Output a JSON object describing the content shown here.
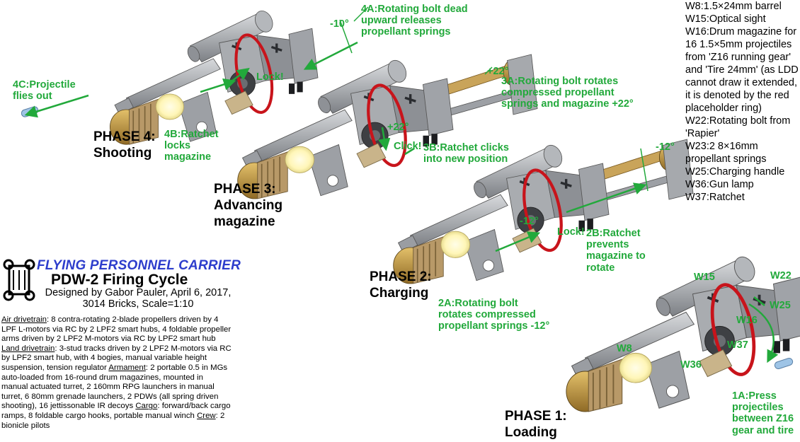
{
  "header": {
    "brand": "FLYING PERSONNEL CARRIER",
    "title": "PDW-2 Firing Cycle",
    "subtitle": "Designed by Gabor Pauler, April 6, 2017, 3014 Bricks, Scale=1:10"
  },
  "description": {
    "air_label": "Air drivetrain",
    "air_text": ": 8 contra-rotating 2-blade propellers driven by 4 LPF L-motors via RC by 2 LPF2 smart hubs, 4 foldable propeller arms driven by 2 LPF2 M-motors via RC by LPF2 smart hub ",
    "land_label": "Land drivetrain",
    "land_text": ": 3-stud tracks driven by 2 LPF2 M-motors via RC by LPF2 smart hub, with 4 bogies, manual variable height suspension, tension regulator ",
    "arm_label": "Armament",
    "arm_text": ": 2 portable 0.5 in MGs auto-loaded from 16-round drum magazines, mounted in manual actuated turret, 2 160mm RPG launchers in manual turret, 6 80mm grenade launchers, 2 PDWs (all spring driven shooting), 16 jettissonable IR decoys ",
    "cargo_label": "Cargo",
    "cargo_text": ": forward/back cargo ramps, 8 foldable cargo hooks, portable manual winch ",
    "crew_label": "Crew",
    "crew_text": ": 2 bionicle pilots"
  },
  "parts_list": [
    "W8:1.5×24mm barrel",
    "W15:Optical sight",
    "W16:Drum magazine for 16 1.5×5mm projectiles from 'Z16 running gear' and 'Tire 24mm' (as LDD cannot draw it extended, it is denoted by the red placeholder ring)",
    "W22:Rotating bolt from 'Rapier'",
    "W23:2 8×16mm propellant springs",
    "W25:Charging handle",
    "W36:Gun lamp",
    "W37:Ratchet"
  ],
  "phases": {
    "p1": "PHASE 1:\nLoading",
    "p2": "PHASE 2:\nCharging",
    "p3": "PHASE 3:\nAdvancing\nmagazine",
    "p4": "PHASE 4:\nShooting"
  },
  "steps": {
    "s1a": "1A:Press\nprojectiles\nbetween Z16\ngear and tire",
    "s2a": "2A:Rotating bolt\nrotates compressed\npropellant springs -12°",
    "s2b": "2B:Ratchet\nprevents\nmagazine to\nrotate",
    "s3a": "3A:Rotating bolt rotates\ncompressed propellant\nsprings and magazine +22°",
    "s3b": "3B:Ratchet clicks\ninto new position",
    "s4a": "4A:Rotating bolt dead\nupward releases\npropellant springs",
    "s4b": "4B:Ratchet\nlocks\nmagazine",
    "s4c": "4C:Projectile\nflies out"
  },
  "callouts": {
    "lock": "Lock!",
    "click": "Click!",
    "minus10": "-10°",
    "plus22": "+22°",
    "minus12": "-12°"
  },
  "part_tags": {
    "w8": "W8",
    "w15": "W15",
    "w16": "W16",
    "w22": "W22",
    "w25": "W25",
    "w36": "W36",
    "w37": "W37"
  },
  "colors": {
    "annotation_green": "#22a93b",
    "brand_blue": "#2d3dcc",
    "placeholder_ring_red": "#c8141b",
    "brick_gray": "#a4a7ab",
    "brick_dark": "#4a4c50",
    "pin_tan": "#c9b48a",
    "lamp_glow": "#fffbd0",
    "brass": "#b98a3a"
  }
}
